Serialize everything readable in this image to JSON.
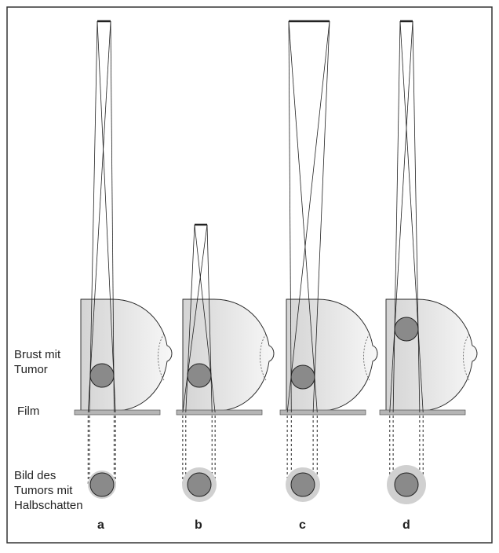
{
  "labels": {
    "breast": [
      "Brust mit",
      "Tumor"
    ],
    "film": "Film",
    "image": [
      "Bild des",
      "Tumors mit",
      "Halbschatten"
    ]
  },
  "panels": [
    {
      "letter": "a"
    },
    {
      "letter": "b"
    },
    {
      "letter": "c"
    },
    {
      "letter": "d"
    }
  ],
  "colors": {
    "breast": "#dcdcdc",
    "tumor": "#8a8a8a",
    "film": "#b5b5b5",
    "penumbra": "#d0d0d0",
    "line": "#222222"
  }
}
